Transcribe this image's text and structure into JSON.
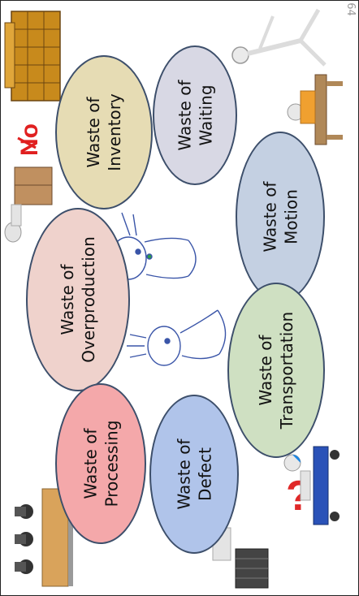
{
  "page_number": "64",
  "no_sign": "No",
  "wastes": [
    {
      "id": "inventory",
      "line1": "Waste of",
      "line2": "Inventory",
      "color": "#e6dcb4"
    },
    {
      "id": "waiting",
      "line1": "Waste of",
      "line2": "Waiting",
      "color": "#d8d8e4"
    },
    {
      "id": "motion",
      "line1": "Waste of",
      "line2": "Motion",
      "color": "#c4d0e2"
    },
    {
      "id": "overproduction",
      "line1": "Waste of",
      "line2": "Overproduction",
      "color": "#efd2cc"
    },
    {
      "id": "transportation",
      "line1": "Waste of",
      "line2": "Transportation",
      "color": "#cfe0c2"
    },
    {
      "id": "processing",
      "line1": "Waste of",
      "line2": "Processing",
      "color": "#f4a8aa"
    },
    {
      "id": "defect",
      "line1": "Waste of",
      "line2": "Defect",
      "color": "#b0c4ea"
    }
  ]
}
